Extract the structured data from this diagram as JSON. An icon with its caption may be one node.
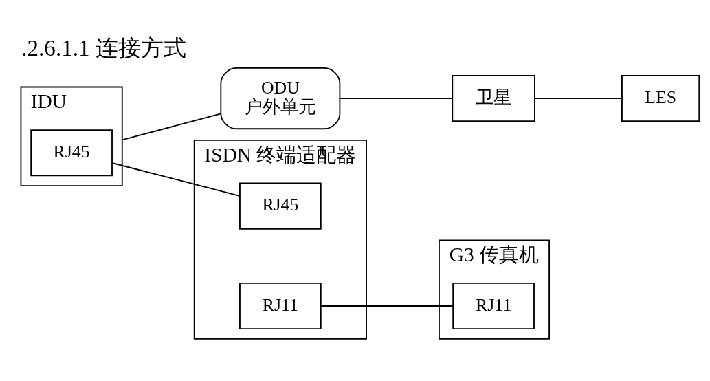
{
  "diagram": {
    "title": ".2.6.1.1 连接方式",
    "nodes": [
      {
        "text": [
          "IDU"
        ]
      },
      {
        "text": [
          "RJ45"
        ],
        "in": 0
      },
      {
        "text": [
          "ODU",
          "户外单元"
        ]
      },
      {
        "text": [
          "卫星"
        ]
      },
      {
        "text": [
          "LES"
        ]
      },
      {
        "text": [
          "ISDN 终端适配器"
        ]
      },
      {
        "text": [
          "RJ45"
        ],
        "in": 5
      },
      {
        "text": [
          "RJ11"
        ],
        "in": 5
      },
      {
        "text": [
          "G3 传真机"
        ]
      },
      {
        "text": [
          "RJ11"
        ],
        "in": 8
      }
    ],
    "edges": [
      {
        "from": 1,
        "to": 6,
        "arrow": "none"
      },
      {
        "from": 0,
        "to": 2,
        "arrow": "none"
      },
      {
        "from": 2,
        "to": 3,
        "arrow": "none"
      },
      {
        "from": 3,
        "to": 4,
        "arrow": "none"
      },
      {
        "from": 7,
        "to": 9,
        "arrow": "none"
      }
    ]
  }
}
